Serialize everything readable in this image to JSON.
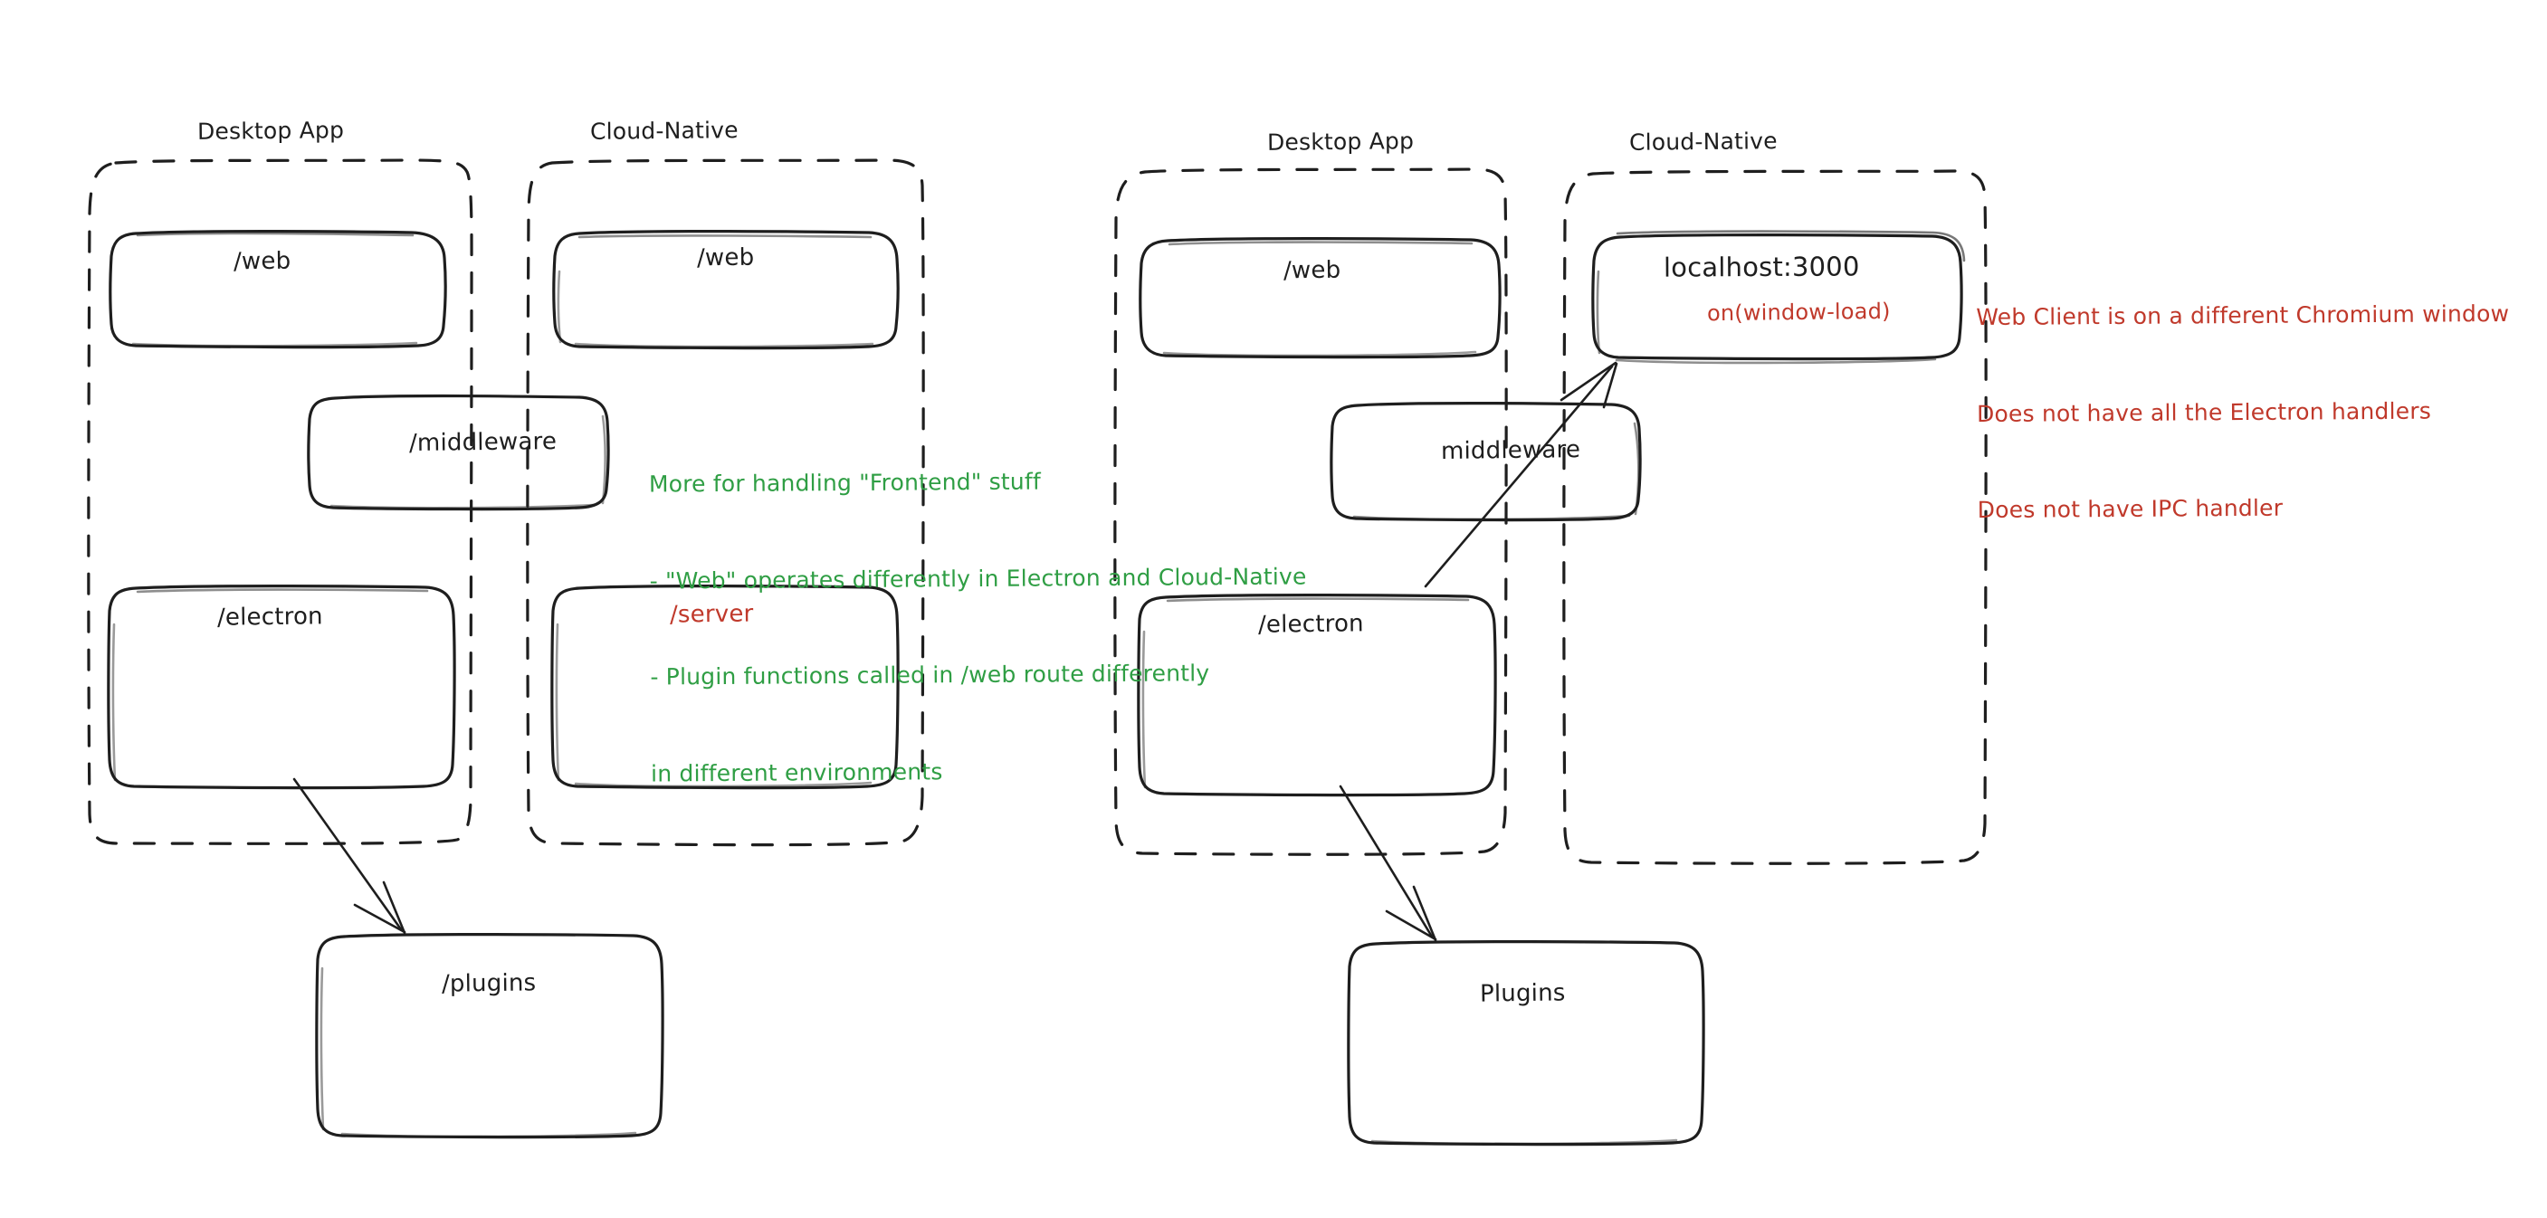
{
  "diagram": {
    "title": "Electron Desktop App vs Cloud-Native architecture comparison",
    "colors": {
      "stroke": "#1e1e1e",
      "green_note": "#2f9e44",
      "red_note": "#c0392b",
      "background": "#ffffff"
    },
    "panels": [
      {
        "id": "left-panel",
        "groups": [
          {
            "id": "left-desktop-app",
            "label": "Desktop App"
          },
          {
            "id": "left-cloud-native",
            "label": "Cloud-Native"
          }
        ],
        "nodes": [
          {
            "id": "left-desktop-web",
            "label": "/web",
            "color": "dark"
          },
          {
            "id": "left-cloud-web",
            "label": "/web",
            "color": "dark"
          },
          {
            "id": "left-middleware",
            "label": "/middleware",
            "color": "dark"
          },
          {
            "id": "left-electron",
            "label": "/electron",
            "color": "dark"
          },
          {
            "id": "left-server",
            "label": "/server",
            "color": "red"
          },
          {
            "id": "left-plugins",
            "label": "/plugins",
            "color": "dark"
          }
        ],
        "arrows": [
          {
            "id": "arrow-electron-to-plugins",
            "from": "/electron",
            "to": "/plugins"
          }
        ]
      },
      {
        "id": "right-panel",
        "groups": [
          {
            "id": "right-desktop-app",
            "label": "Desktop App"
          },
          {
            "id": "right-cloud-native",
            "label": "Cloud-Native"
          }
        ],
        "nodes": [
          {
            "id": "right-desktop-web",
            "label": "/web",
            "color": "dark"
          },
          {
            "id": "right-localhost",
            "label": "localhost:3000",
            "sublabel": "on(window-load)",
            "color": "dark"
          },
          {
            "id": "right-middleware",
            "label": "middleware",
            "color": "dark"
          },
          {
            "id": "right-electron",
            "label": "/electron",
            "color": "dark"
          },
          {
            "id": "right-plugins",
            "label": "Plugins",
            "color": "dark"
          }
        ],
        "arrows": [
          {
            "id": "arrow-electron-to-localhost",
            "from": "/electron",
            "to": "localhost:3000"
          },
          {
            "id": "arrow-electron-to-plugins-right",
            "from": "/electron",
            "to": "Plugins"
          }
        ]
      }
    ],
    "annotations": [
      {
        "id": "green-note",
        "color": "green",
        "lines": [
          "More for handling \"Frontend\" stuff",
          "- \"Web\" operates differently in Electron and Cloud-Native",
          "- Plugin functions called in /web route differently",
          "in different environments"
        ]
      },
      {
        "id": "red-note",
        "color": "red",
        "lines": [
          "Web Client is on a different Chromium window",
          "Does not have all the Electron handlers",
          "Does not have IPC handler"
        ]
      }
    ]
  }
}
